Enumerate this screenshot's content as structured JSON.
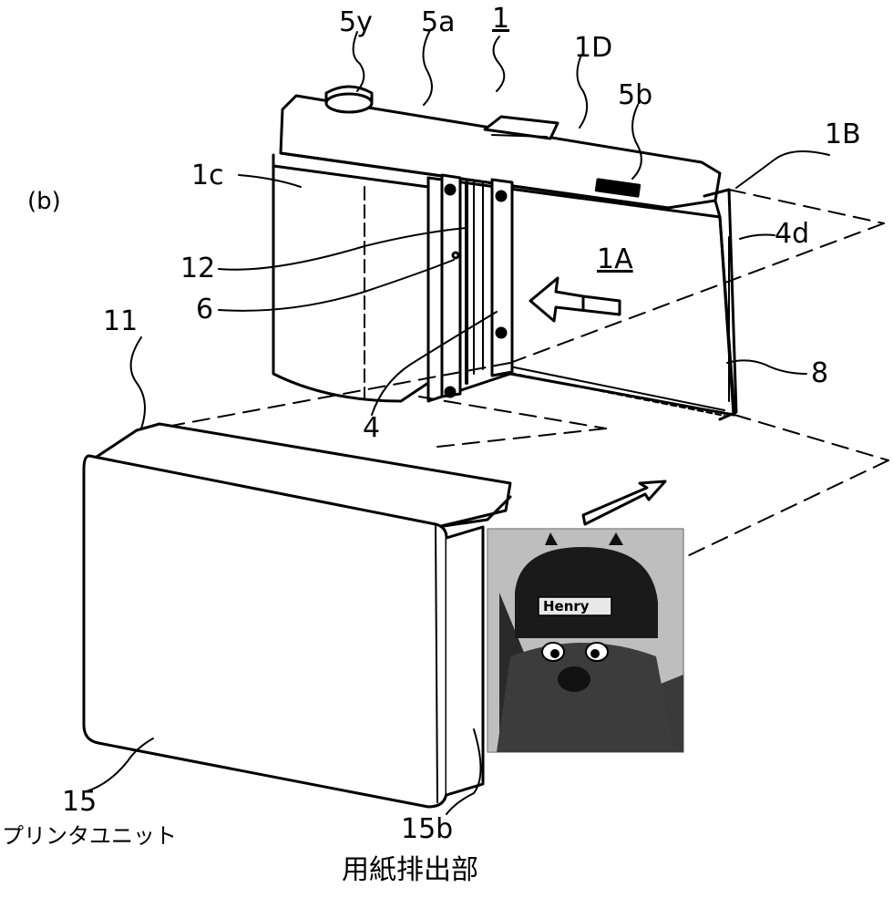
{
  "labels": {
    "l_5y": "5y",
    "l_5a": "5a",
    "l_1": "1",
    "l_1D": "1D",
    "l_5b": "5b",
    "l_1B": "1B",
    "l_1c": "1c",
    "l_b": "(b)",
    "l_4d": "4d",
    "l_12": "12",
    "l_1A": "1A",
    "l_6": "6",
    "l_11": "11",
    "l_8": "8",
    "l_4": "4",
    "l_15": "15",
    "l_15_name": "プリンタユニット",
    "l_15b": "15b",
    "l_15b_name": "用紙排出部",
    "photo_text": "Henry"
  }
}
